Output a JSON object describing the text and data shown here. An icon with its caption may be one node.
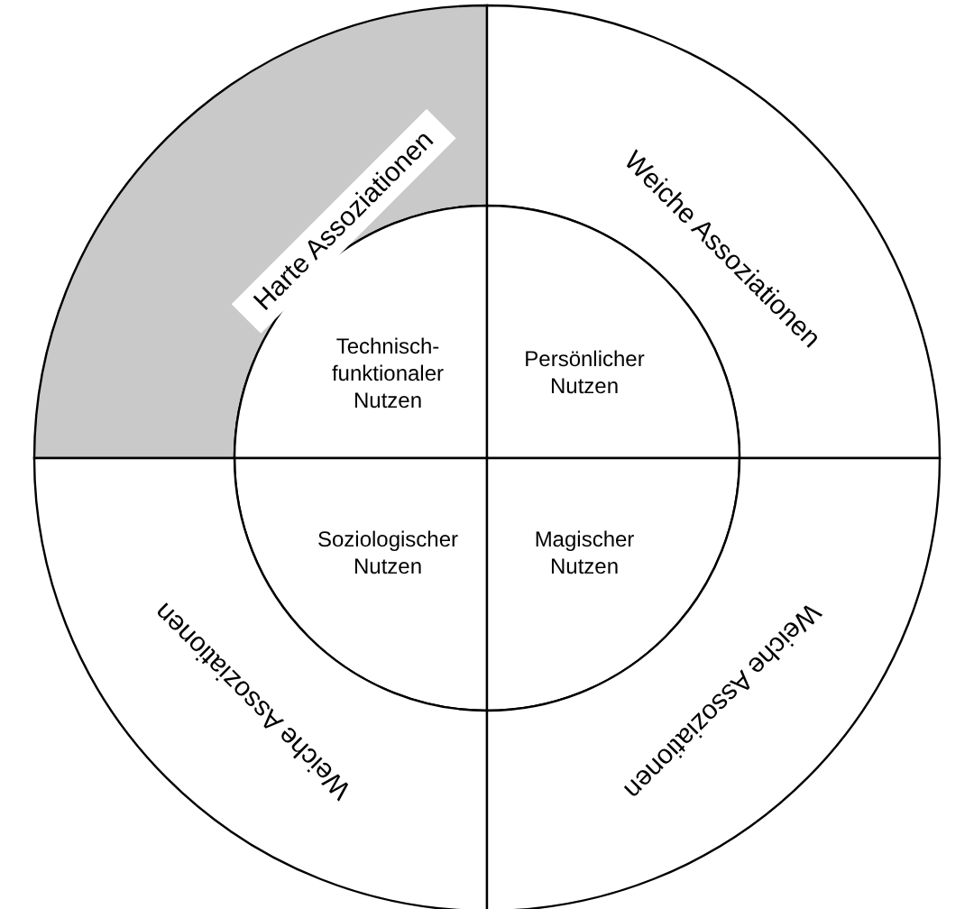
{
  "diagram": {
    "nodes": [
      {
        "text": [
          "Harte Assoziationen"
        ]
      },
      {
        "text": [
          "Weiche Assoziationen"
        ]
      },
      {
        "text": [
          "Technisch-funktionaler Nutzen"
        ]
      },
      {
        "text": [
          "Persönlicher Nutzen"
        ]
      },
      {
        "text": [
          "Soziologischer Nutzen"
        ]
      },
      {
        "text": [
          "Magischer Nutzen"
        ]
      },
      {
        "text": [
          "Weiche Assoziationen"
        ]
      },
      {
        "text": [
          "Weiche Assoziationen"
        ]
      }
    ]
  }
}
